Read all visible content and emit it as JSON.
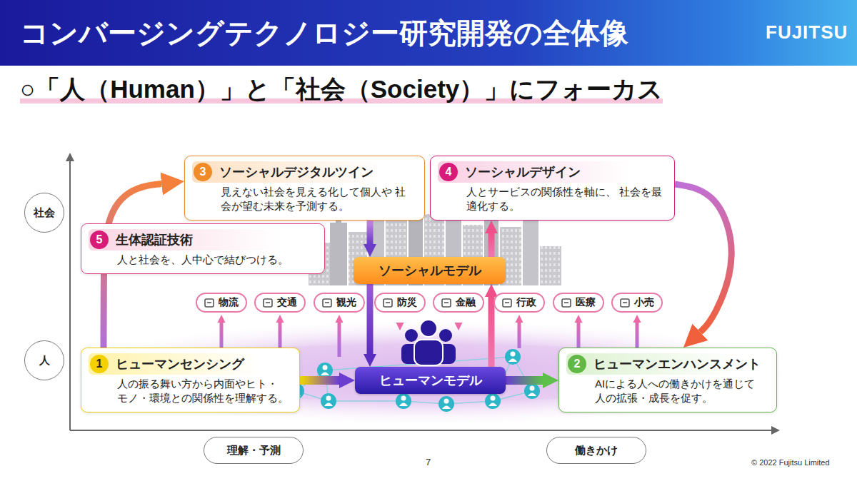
{
  "diagram": {
    "title": "コンバージングテクノロジー研究開発の全体像",
    "nodes": [
      {
        "text": [
          "3",
          "ソーシャルデジタルツイン",
          "見えない社会を見える化して個人や 社会が望む未来を予測する。"
        ]
      },
      {
        "text": [
          "4",
          "ソーシャルデザイン",
          "人とサービスの関係性を軸に、 社会を最適化する。"
        ]
      },
      {
        "text": [
          "社会"
        ]
      },
      {
        "text": [
          "5",
          "生体認証技術",
          "人と社会を、人中心で結びつける。"
        ]
      },
      {
        "text": [
          "ソーシャルモデル"
        ]
      },
      {
        "text": [
          "物流"
        ]
      },
      {
        "text": [
          "交通"
        ]
      },
      {
        "text": [
          "観光"
        ]
      },
      {
        "text": [
          "防災"
        ]
      },
      {
        "text": [
          "金融"
        ]
      },
      {
        "text": [
          "行政"
        ]
      },
      {
        "text": [
          "医療"
        ]
      },
      {
        "text": [
          "小売"
        ]
      },
      {
        "text": [
          "人"
        ]
      },
      {
        "text": [
          "1",
          "ヒューマンセンシング",
          "人の振る舞い方から内面やヒト・ モノ・環境との関係性を理解する。"
        ]
      },
      {
        "text": [
          "ヒューマンモデル"
        ]
      },
      {
        "text": [
          "2",
          "ヒューマンエンハンスメント",
          "AIによる人への働きかけを通じて 人の拡張・成長を促す。"
        ]
      },
      {
        "text": [
          "理解・予測"
        ]
      },
      {
        "text": [
          "働きかけ"
        ]
      }
    ],
    "edges": [
      {
        "from": 0,
        "to": 4,
        "arrow": "to"
      },
      {
        "from": 4,
        "to": 15,
        "arrow": "to"
      },
      {
        "from": 15,
        "to": 4,
        "arrow": "to"
      },
      {
        "from": 4,
        "to": 1,
        "arrow": "to"
      },
      {
        "from": 14,
        "to": 15,
        "arrow": "to"
      },
      {
        "from": 15,
        "to": 16,
        "arrow": "to"
      },
      {
        "from": 14,
        "to": 0,
        "arrow": "to"
      },
      {
        "from": 1,
        "to": 16,
        "arrow": "to"
      }
    ],
    "labels": [
      "FUJITSU",
      "○「人（Human）」と「社会（Society）」にフォーカス",
      "7",
      "© 2022 Fujitsu Limited"
    ]
  }
}
